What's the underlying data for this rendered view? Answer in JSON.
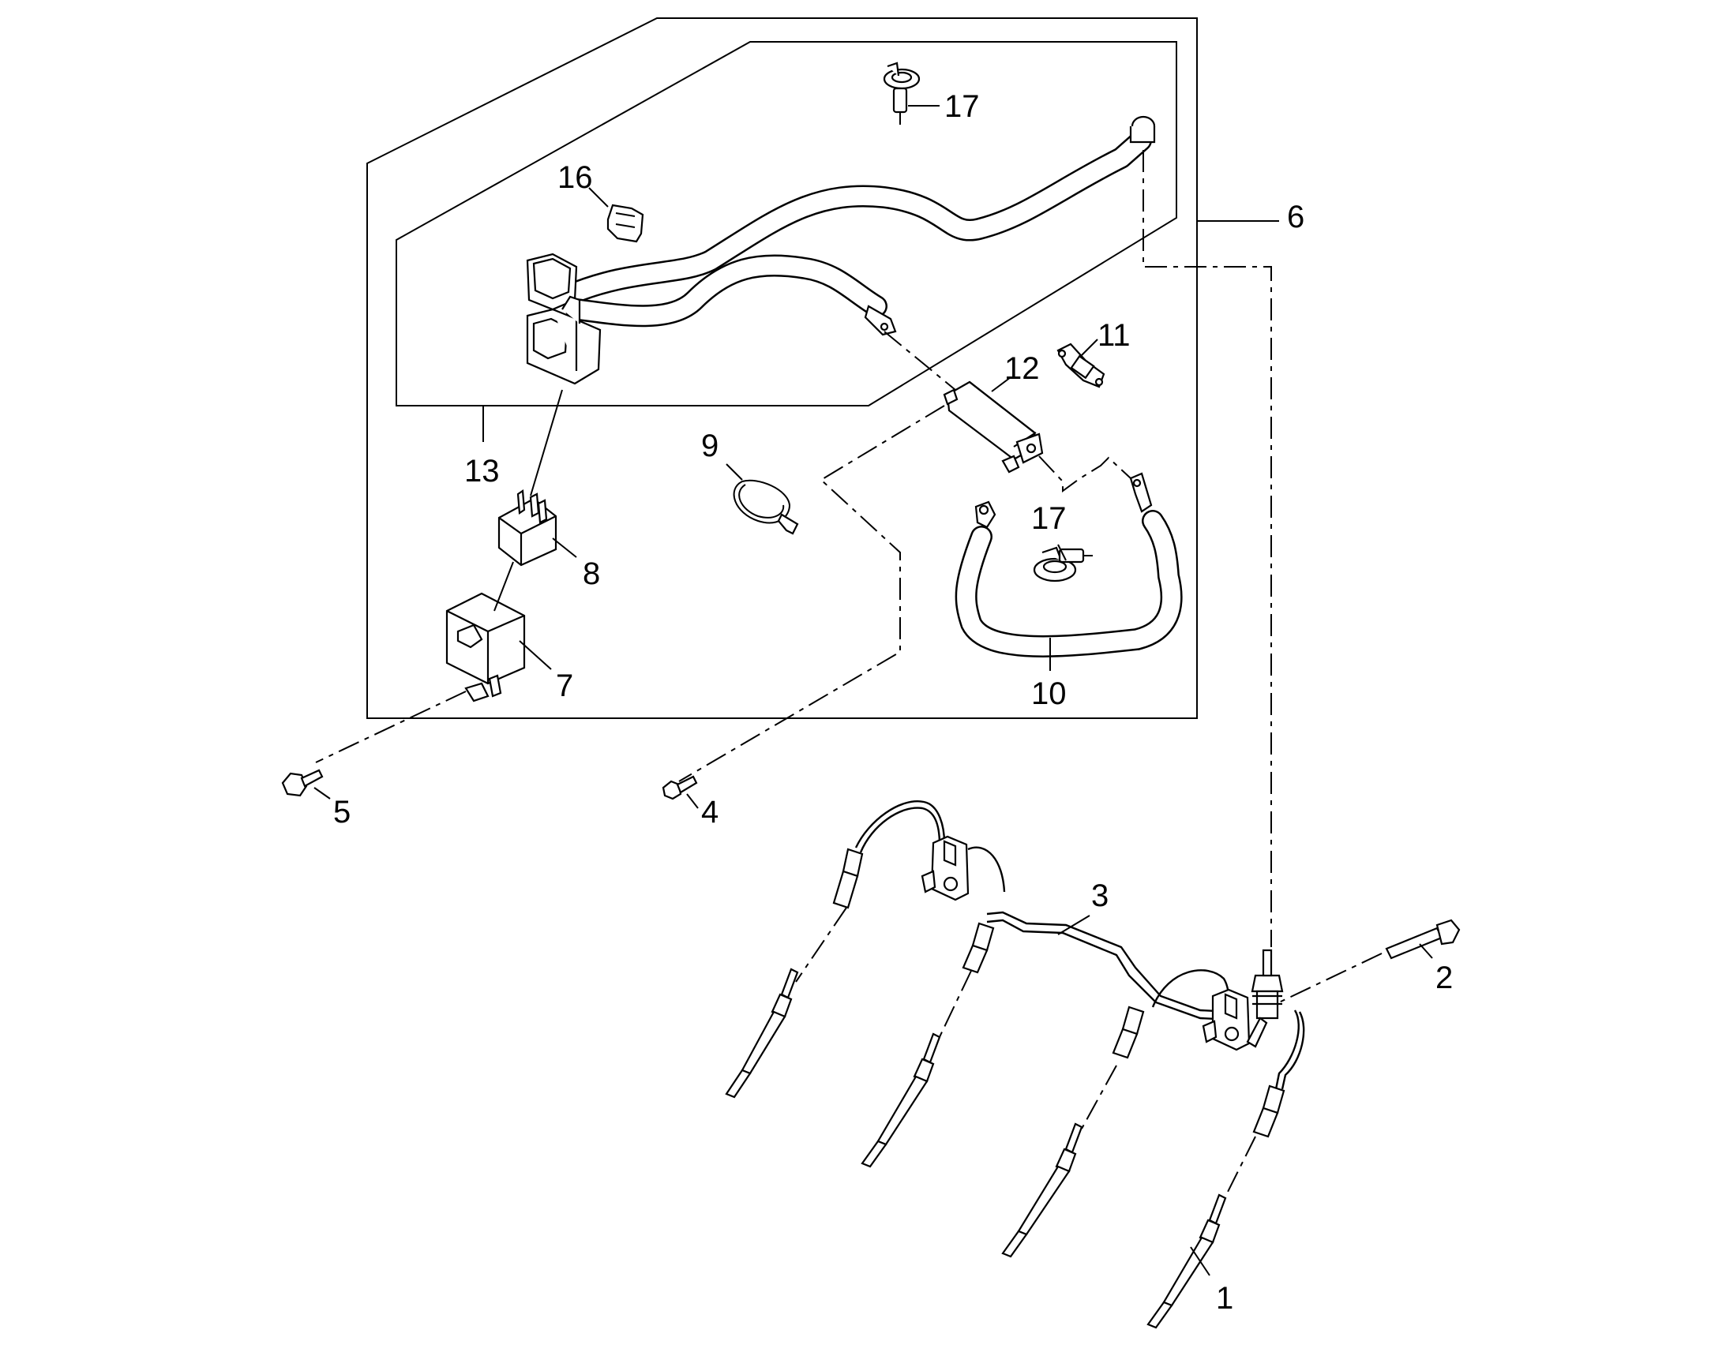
{
  "diagram": {
    "callouts": [
      {
        "id": "c1",
        "label": "1"
      },
      {
        "id": "c2",
        "label": "2"
      },
      {
        "id": "c3",
        "label": "3"
      },
      {
        "id": "c4",
        "label": "4"
      },
      {
        "id": "c5",
        "label": "5"
      },
      {
        "id": "c6",
        "label": "6"
      },
      {
        "id": "c7",
        "label": "7"
      },
      {
        "id": "c8",
        "label": "8"
      },
      {
        "id": "c9",
        "label": "9"
      },
      {
        "id": "c10",
        "label": "10"
      },
      {
        "id": "c11",
        "label": "11"
      },
      {
        "id": "c12",
        "label": "12"
      },
      {
        "id": "c13",
        "label": "13"
      },
      {
        "id": "c16",
        "label": "16"
      },
      {
        "id": "c17a",
        "label": "17"
      },
      {
        "id": "c17b",
        "label": "17"
      }
    ]
  }
}
